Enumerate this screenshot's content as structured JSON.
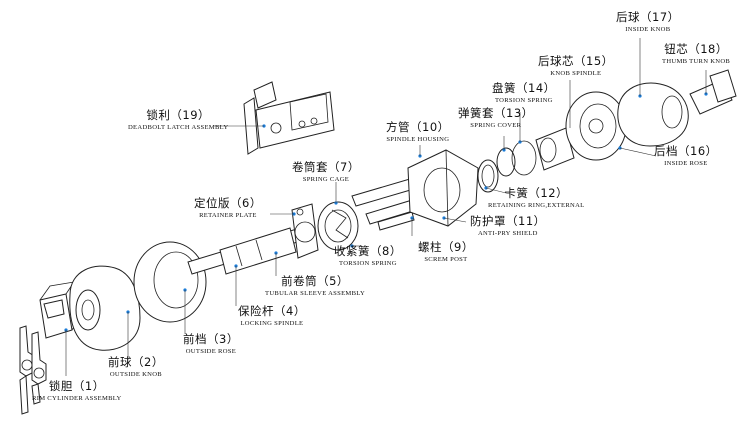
{
  "accent_color": "#1a7bd6",
  "parts": [
    {
      "id": "p1",
      "num": "1",
      "zh": "锁胆",
      "en": "RIM CYLINDER ASSEMBLY"
    },
    {
      "id": "p2",
      "num": "2",
      "zh": "前球",
      "en": "OUTSIDE KNOB"
    },
    {
      "id": "p3",
      "num": "3",
      "zh": "前档",
      "en": "OUTSIDE ROSE"
    },
    {
      "id": "p4",
      "num": "4",
      "zh": "保险杆",
      "en": "LOCKING SPINDLE"
    },
    {
      "id": "p5",
      "num": "5",
      "zh": "前卷筒",
      "en": "TUBULAR SLEEVE ASSEMBLY"
    },
    {
      "id": "p6",
      "num": "6",
      "zh": "定位版",
      "en": "RETAINER PLATE"
    },
    {
      "id": "p7",
      "num": "7",
      "zh": "卷筒套",
      "en": "SPRING CAGE"
    },
    {
      "id": "p8",
      "num": "8",
      "zh": "收紧簧",
      "en": "TORSION SPRING"
    },
    {
      "id": "p9",
      "num": "9",
      "zh": "螺柱",
      "en": "SCREM POST"
    },
    {
      "id": "p10",
      "num": "10",
      "zh": "方管",
      "en": "SPINDLE HOUSING"
    },
    {
      "id": "p11",
      "num": "11",
      "zh": "防护罩",
      "en": "ANTI-PRY SHIELD"
    },
    {
      "id": "p12",
      "num": "12",
      "zh": "卡簧",
      "en": "RETAINING RING,EXTERNAL"
    },
    {
      "id": "p13",
      "num": "13",
      "zh": "弹簧套",
      "en": "SPRING COVER"
    },
    {
      "id": "p14",
      "num": "14",
      "zh": "盘簧",
      "en": "TORSION SPRING"
    },
    {
      "id": "p15",
      "num": "15",
      "zh": "后球芯",
      "en": "KNOB SPINDLE"
    },
    {
      "id": "p16",
      "num": "16",
      "zh": "后档",
      "en": "INSIDE ROSE"
    },
    {
      "id": "p17",
      "num": "17",
      "zh": "后球",
      "en": "INSIDE KNOB"
    },
    {
      "id": "p18",
      "num": "18",
      "zh": "钮芯",
      "en": "THUMB TURN KNOB"
    },
    {
      "id": "p19",
      "num": "19",
      "zh": "锁利",
      "en": "DEADBOLT LATCH ASSEMBLY"
    }
  ]
}
